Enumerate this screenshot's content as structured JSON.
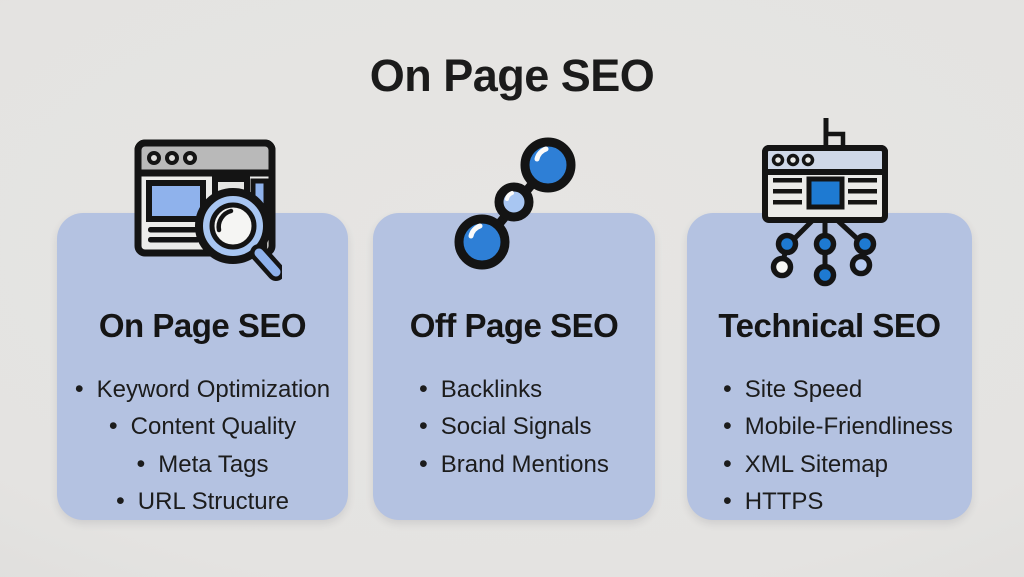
{
  "main": {
    "title": "On Page SEO"
  },
  "colors": {
    "page_background": "#e4e3e1",
    "card_background": "#b4c2e1",
    "text": "#1b1b1b",
    "icon_outline": "#141414",
    "icon_blue": "#2e7fd6",
    "icon_light_blue": "#a8c6f2",
    "icon_pale_blue": "#8fb2ec",
    "icon_titlebar_gray": "#b9b9b9"
  },
  "cards": [
    {
      "id": "on-page-seo",
      "icon": "browser-search-icon",
      "title": "On Page SEO",
      "items": [
        "Keyword Optimization",
        "Content Quality",
        "Meta Tags",
        "URL Structure"
      ]
    },
    {
      "id": "off-page-seo",
      "icon": "link-nodes-icon",
      "title": "Off Page SEO",
      "items": [
        "Backlinks",
        "Social Signals",
        "Brand Mentions"
      ]
    },
    {
      "id": "technical-seo",
      "icon": "sitemap-icon",
      "title": "Technical SEO",
      "items": [
        "Site Speed",
        "Mobile-Friendliness",
        "XML Sitemap",
        "HTTPS"
      ]
    }
  ]
}
